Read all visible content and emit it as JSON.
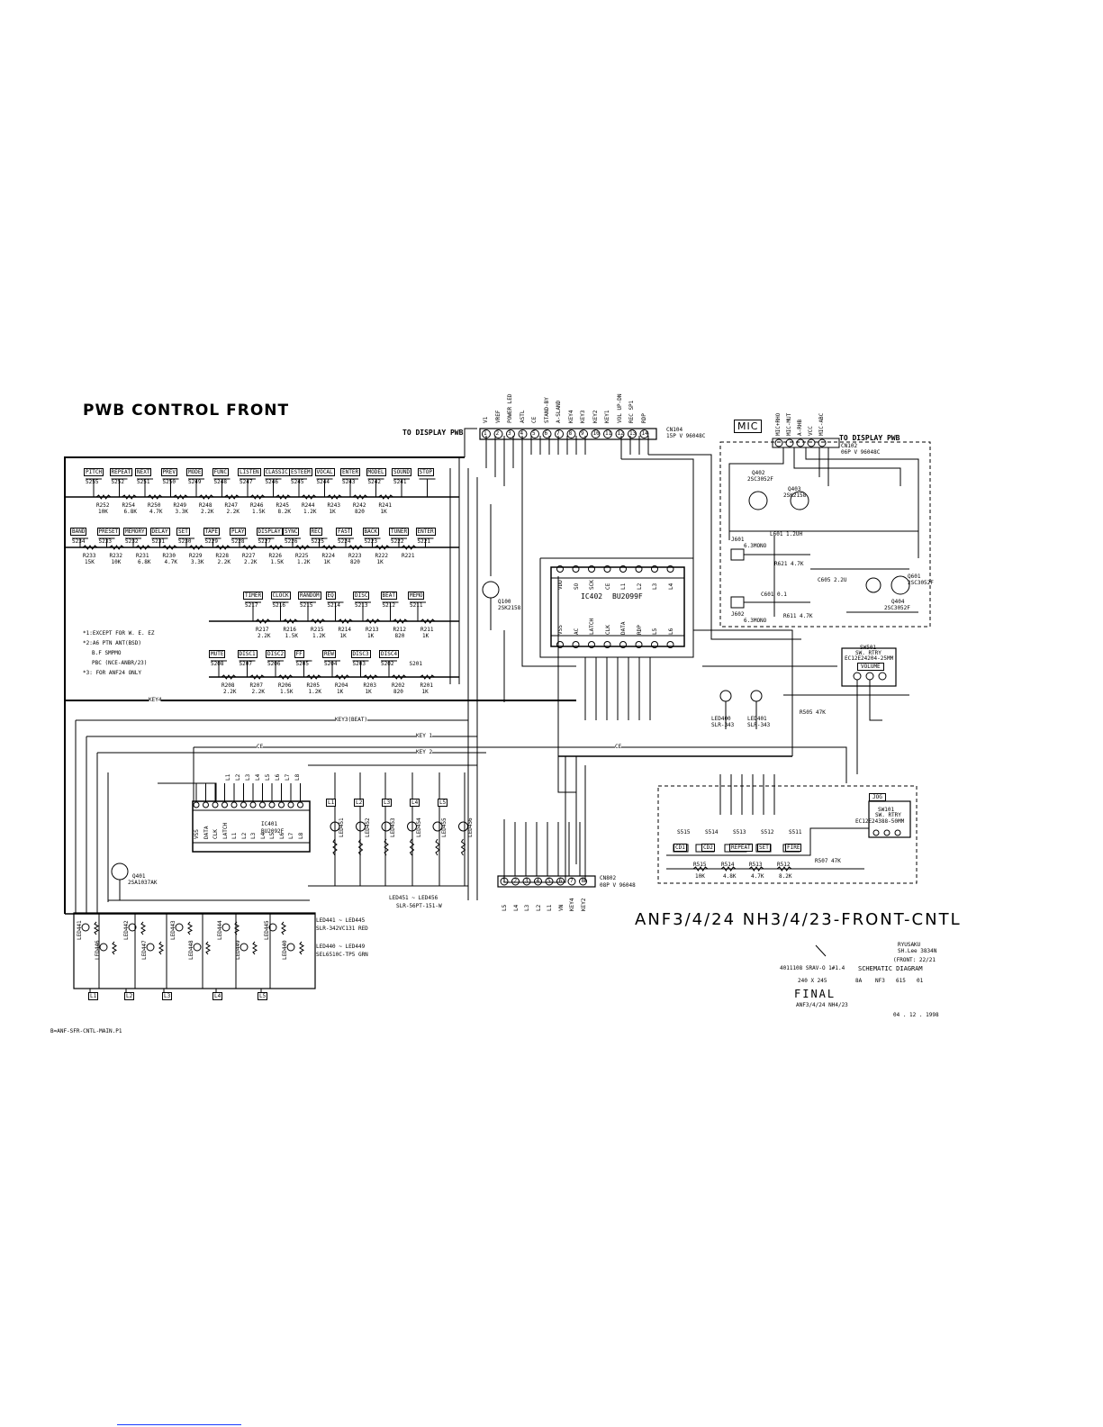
{
  "title": "PWB CONTROL FRONT",
  "connectors": {
    "cn104": {
      "to": "TO DISPLAY PWB",
      "name": "CN104",
      "part": "15P V 96048C",
      "pins": [
        "V1",
        "VREF",
        "POWER LED",
        "ASTL",
        "CE",
        "STAND-BY",
        "A-SLAND",
        "KEY4",
        "KEY3",
        "KEY2",
        "KEY1",
        "VOL UP-DN",
        "REC SP1",
        "RDP"
      ]
    },
    "cn102": {
      "to": "TO DISPLAY PWB",
      "name": "CN102",
      "part": "06P V 96048C",
      "pins": [
        "MIC+RHO",
        "MIC-MUT",
        "A-RHB",
        "VCC",
        "MIC-ABC"
      ]
    },
    "cn802": {
      "name": "CN802",
      "part": "08P V 96048",
      "pins": [
        "L5",
        "L4",
        "L3",
        "L2",
        "L1",
        "VN",
        "KEY4",
        "KEY2"
      ]
    }
  },
  "mic_label": "MIC",
  "key_rows": {
    "row1": {
      "buttons": [
        "PITCH",
        "REPEAT",
        "NEXT",
        "PREV",
        "MODE",
        "FUNC",
        "LISTEN",
        "CLASSIC",
        "ESTEEM",
        "VOCAL",
        "ENTER",
        "MODEL",
        "SOUND",
        "STOP"
      ],
      "switches": [
        "S255",
        "S252",
        "S251",
        "S250",
        "S249",
        "S248",
        "S247",
        "S246",
        "S245",
        "S244",
        "S243",
        "S242",
        "S241"
      ],
      "resistors": [
        "R252",
        "R254",
        "R250",
        "R249",
        "R248",
        "R247",
        "R246",
        "R245",
        "R244",
        "R243",
        "R242",
        "R241"
      ],
      "values": [
        "10K",
        "6.8K",
        "4.7K",
        "3.3K",
        "2.2K",
        "2.2K",
        "1.5K",
        "8.2K",
        "1.2K",
        "1K",
        "820",
        "1K"
      ]
    },
    "row2": {
      "buttons": [
        "BAND",
        "PRESET",
        "MEMORY",
        "DELAY",
        "SET",
        "TAPE",
        "PLAY",
        "DISPLAY",
        "SYNC",
        "REC",
        "FAST",
        "BACK",
        "TUNER",
        "ENTER"
      ],
      "switches": [
        "S234",
        "S233",
        "S232",
        "S231",
        "S230",
        "S229",
        "S228",
        "S227",
        "S226",
        "S225",
        "S224",
        "S223",
        "S222",
        "S221"
      ],
      "resistors": [
        "R233",
        "R232",
        "R231",
        "R230",
        "R229",
        "R228",
        "R227",
        "R226",
        "R225",
        "R224",
        "R223",
        "R222",
        "R221"
      ],
      "values": [
        "15K",
        "10K",
        "6.8K",
        "4.7K",
        "3.3K",
        "2.2K",
        "2.2K",
        "1.5K",
        "1.2K",
        "1K",
        "820",
        "1K"
      ]
    },
    "row3": {
      "buttons": [
        "TIMER",
        "CLOCK",
        "RANDOM",
        "EQ",
        "DISC",
        "BEAT",
        "MEMO"
      ],
      "switches": [
        "S217",
        "S216",
        "S215",
        "S214",
        "S213",
        "S212",
        "S211"
      ],
      "resistors": [
        "R217",
        "R216",
        "R215",
        "R214",
        "R213",
        "R212",
        "R211"
      ],
      "values": [
        "2.2K",
        "1.5K",
        "1.2K",
        "1K",
        "1K",
        "820",
        "1K"
      ]
    },
    "row4": {
      "buttons": [
        "MUTE",
        "DISC1",
        "DISC2",
        "FF",
        "REW",
        "DISC3",
        "DISC4"
      ],
      "switches": [
        "S208",
        "S207",
        "S206",
        "S205",
        "S204",
        "S203",
        "S202",
        "S201"
      ],
      "resistors": [
        "R208",
        "R207",
        "R206",
        "R205",
        "R204",
        "R203",
        "R202",
        "R201"
      ],
      "values": [
        "2.2K",
        "2.2K",
        "1.5K",
        "1.2K",
        "1K",
        "1K",
        "820",
        "1K"
      ]
    }
  },
  "notes": [
    "*1:EXCEPT FOR W. E. EZ",
    "*2:A6 PTN ANT(BSD)",
    "B.F  SMPMO",
    "PBC (NCE-ANBR/23)",
    "*3: FOR ANF24 ONLY"
  ],
  "ics": {
    "ic402": {
      "name": "IC402",
      "part": "BU2099F",
      "pins": [
        "VDD",
        "SO",
        "SCK",
        "CE",
        "L1",
        "L2",
        "L3",
        "L4",
        "VSS",
        "AC",
        "LATCH",
        "CLK",
        "DATA",
        "RDP",
        "L5",
        "L6"
      ]
    },
    "ic401": {
      "name": "IC401",
      "part": "BU2092F",
      "pins": [
        "VSS",
        "DATA",
        "CLK",
        "LATCH",
        "L1",
        "L2",
        "L3",
        "L4",
        "L5",
        "L6",
        "L7",
        "L8"
      ]
    }
  },
  "transistors": {
    "q100": {
      "name": "Q100",
      "part": "2SK2158"
    },
    "q401": {
      "name": "Q401",
      "part": "2SA1037AK"
    },
    "q402": {
      "name": "Q402",
      "part": "2SC3052F"
    },
    "q403": {
      "name": "Q403",
      "part": "2SK2158"
    },
    "q404": {
      "name": "Q404",
      "part": "2SC3052F"
    },
    "q601": {
      "name": "Q601",
      "part": "2SC3052F"
    }
  },
  "jacks": {
    "j601": {
      "name": "J601",
      "part": "6.3MONO"
    },
    "j602": {
      "name": "J602",
      "part": "6.3MONO"
    }
  },
  "components_mic": {
    "c601": "C601 0.1",
    "r611": "R611 4.7K",
    "r621": "R621 4.7K",
    "l601": "L601 1.2UH",
    "c605": "C605 2.2U"
  },
  "leds": {
    "led400": {
      "name": "LED400",
      "part": "SLR-343"
    },
    "led401": {
      "name": "LED401",
      "part": "SLR-343"
    },
    "led_group1": {
      "range": "LED451 ~ LED456",
      "part": "SLR-56PT-151-W"
    },
    "led_group2": {
      "range": "LED441 ~ LED445",
      "part": "SLR-342VC131 RED"
    },
    "led_group3": {
      "range": "LED440 ~ LED449",
      "part": "SEL6510C-TP5 GRN"
    }
  },
  "encoders": {
    "sw501": {
      "name": "SW501",
      "part": "SW. RTRY",
      "code": "EC12E24204-25MM",
      "label": "VOLUME"
    },
    "sw101": {
      "name": "SW101",
      "part": "SW. RTRY",
      "code": "EC12E24388-50MM",
      "label": "JOG"
    }
  },
  "sw_small": {
    "buttons": [
      "CD1",
      "CD2",
      "REPEAT",
      "SET",
      "FIRE"
    ],
    "switches": [
      "S515",
      "S514",
      "S513",
      "S512",
      "S511"
    ],
    "resistors": [
      "R515",
      "R514",
      "R513",
      "R512"
    ],
    "values": [
      "10K",
      "4.8K",
      "4.7K",
      "8.2K"
    ],
    "r507": "R507 47K",
    "r505": "R505 47K"
  },
  "bus_labels": [
    "KEY4",
    "KEY3(BEAT)",
    "KEY 1",
    "KEY 2",
    "CE",
    "CE"
  ],
  "led_drive": [
    "L1",
    "L2",
    "L3",
    "L4",
    "L5",
    "L6",
    "L7",
    "L8"
  ],
  "bottom_leds": [
    "LED441",
    "LED442",
    "LED443",
    "LED444",
    "LED445",
    "LED446",
    "LED447",
    "LED448",
    "LED449",
    "LED440"
  ],
  "bottom_boxes": [
    "L1",
    "L2",
    "L3",
    "L4",
    "L5"
  ],
  "model_title": "ANF3/4/24 NH3/4/23-FRONT-CNTL",
  "title_block": {
    "issued": "RYUSAKU",
    "drawn": "SH.Lee 3834N",
    "front": "(FRONT: 22/21",
    "part_no": "4011108 SRAV-O 1#1.4",
    "doc_type": "SCHEMATIC DIAGRAM",
    "sheet_size": "240 X 245",
    "code1": "8A",
    "code2": "NF3",
    "code3": "615",
    "code4": "01",
    "status": "FINAL",
    "model_small": "ANF3/4/24 NH4/23",
    "date": "04 . 12 . 1998"
  },
  "filename": "B=ANF-SFR-CNTL-MAIN.P1"
}
